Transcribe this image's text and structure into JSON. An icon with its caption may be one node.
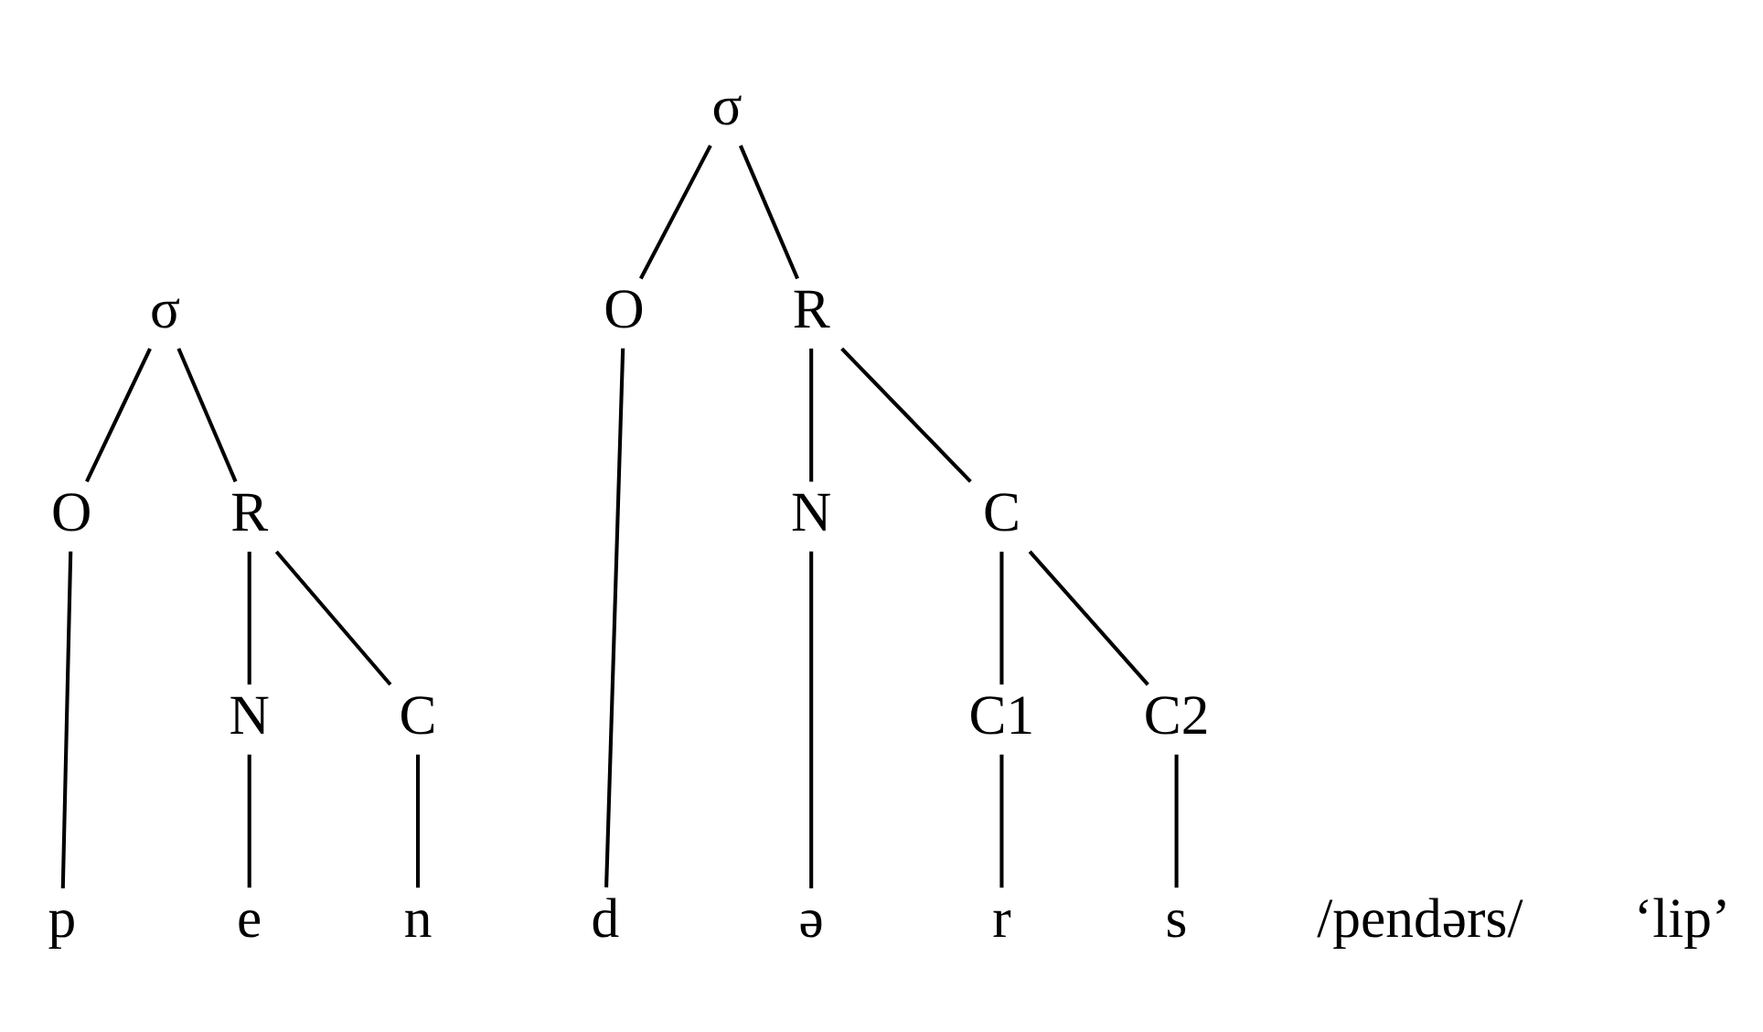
{
  "diagram": {
    "nodes": [
      {
        "text": [
          "σ"
        ]
      },
      {
        "text": [
          "O"
        ]
      },
      {
        "text": [
          "R"
        ]
      },
      {
        "text": [
          "N"
        ]
      },
      {
        "text": [
          "C"
        ]
      },
      {
        "text": [
          "p"
        ]
      },
      {
        "text": [
          "e"
        ]
      },
      {
        "text": [
          "n"
        ]
      },
      {
        "text": [
          "σ"
        ]
      },
      {
        "text": [
          "O"
        ]
      },
      {
        "text": [
          "R"
        ]
      },
      {
        "text": [
          "N"
        ]
      },
      {
        "text": [
          "C"
        ]
      },
      {
        "text": [
          "C1"
        ]
      },
      {
        "text": [
          "C2"
        ]
      },
      {
        "text": [
          "d"
        ]
      },
      {
        "text": [
          "ə"
        ]
      },
      {
        "text": [
          "r"
        ]
      },
      {
        "text": [
          "s"
        ]
      }
    ],
    "edges": [
      {
        "from": 0,
        "to": 1,
        "arrow": "none"
      },
      {
        "from": 0,
        "to": 2,
        "arrow": "none"
      },
      {
        "from": 2,
        "to": 3,
        "arrow": "none"
      },
      {
        "from": 2,
        "to": 4,
        "arrow": "none"
      },
      {
        "from": 1,
        "to": 5,
        "arrow": "none"
      },
      {
        "from": 3,
        "to": 6,
        "arrow": "none"
      },
      {
        "from": 4,
        "to": 7,
        "arrow": "none"
      },
      {
        "from": 8,
        "to": 9,
        "arrow": "none"
      },
      {
        "from": 8,
        "to": 10,
        "arrow": "none"
      },
      {
        "from": 10,
        "to": 11,
        "arrow": "none"
      },
      {
        "from": 10,
        "to": 12,
        "arrow": "none"
      },
      {
        "from": 12,
        "to": 13,
        "arrow": "none"
      },
      {
        "from": 12,
        "to": 14,
        "arrow": "none"
      },
      {
        "from": 9,
        "to": 15,
        "arrow": "none"
      },
      {
        "from": 11,
        "to": 16,
        "arrow": "none"
      },
      {
        "from": 13,
        "to": 17,
        "arrow": "none"
      },
      {
        "from": 14,
        "to": 18,
        "arrow": "none"
      }
    ],
    "labels": [
      "/pendərs/",
      "‘lip’"
    ]
  }
}
